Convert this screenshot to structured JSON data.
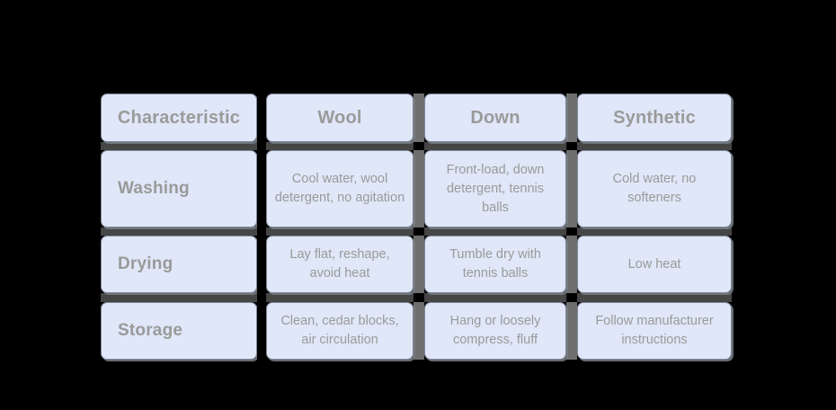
{
  "table": {
    "columns": [
      "Characteristic",
      "Wool",
      "Down",
      "Synthetic"
    ],
    "rows": [
      {
        "label": "Washing",
        "cells": [
          "Cool water, wool detergent, no agitation",
          "Front-load, down detergent, tennis balls",
          "Cold water, no softeners"
        ]
      },
      {
        "label": "Drying",
        "cells": [
          "Lay flat, reshape, avoid heat",
          "Tumble dry with tennis balls",
          "Low heat"
        ]
      },
      {
        "label": "Storage",
        "cells": [
          "Clean, cedar blocks, air circulation",
          "Hang or loosely compress, fluff",
          "Follow manufacturer instructions"
        ]
      }
    ]
  },
  "colors": {
    "background": "#000000",
    "cell_fill": "#dfe7f8",
    "cell_border": "#808a99",
    "text": "#9a9a9a",
    "separator_dark": "#464646",
    "separator_gray": "#6e6e6e"
  }
}
